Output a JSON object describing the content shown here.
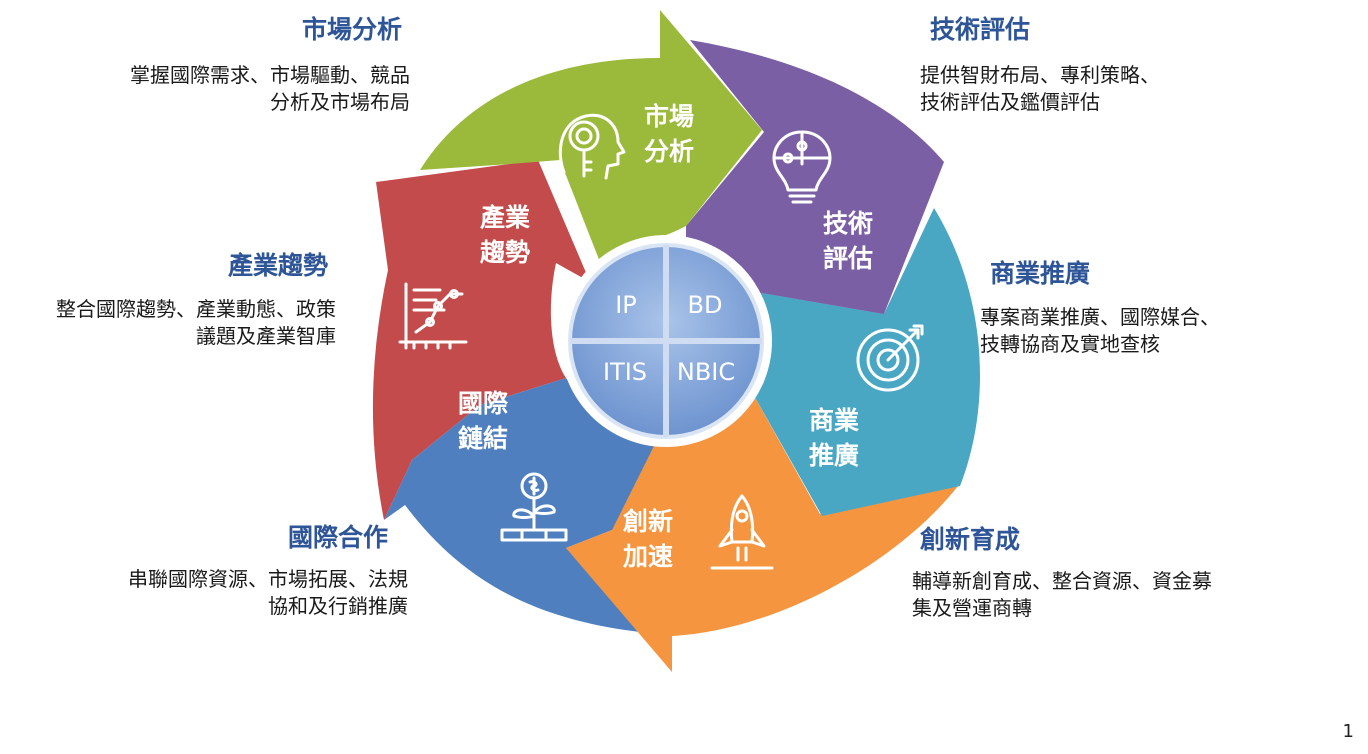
{
  "segments": [
    {
      "id": "market",
      "label": [
        "市場",
        "分析"
      ],
      "color": "#9bba3c",
      "icon": "head-key-icon"
    },
    {
      "id": "tech",
      "label": [
        "技術",
        "評估"
      ],
      "color": "#7b5fa4",
      "icon": "lightbulb-puzzle-icon"
    },
    {
      "id": "promotion",
      "label": [
        "商業",
        "推廣"
      ],
      "color": "#4aa7c4",
      "icon": "target-arrow-icon"
    },
    {
      "id": "incubation",
      "label": [
        "創新",
        "加速"
      ],
      "color": "#f5953f",
      "icon": "rocket-icon"
    },
    {
      "id": "link",
      "label": [
        "國際",
        "鏈結"
      ],
      "color": "#4f7fbf",
      "icon": "money-plant-icon"
    },
    {
      "id": "trend",
      "label": [
        "產業",
        "趨勢"
      ],
      "color": "#c44b4b",
      "icon": "trend-chart-icon"
    }
  ],
  "center": {
    "quadrants": [
      "IP",
      "BD",
      "ITIS",
      "NBIC"
    ]
  },
  "annotations": {
    "market": {
      "title": "市場分析",
      "lines": [
        "掌握國際需求、市場驅動、競品",
        "分析及市場布局"
      ]
    },
    "tech": {
      "title": "技術評估",
      "lines": [
        "提供智財布局、專利策略、",
        "技術評估及鑑價評估"
      ]
    },
    "promotion": {
      "title": "商業推廣",
      "lines": [
        "專案商業推廣、國際媒合、",
        "技轉協商及實地查核"
      ]
    },
    "incubation": {
      "title": "創新育成",
      "lines": [
        "輔導新創育成、整合資源、資金募",
        "集及營運商轉"
      ]
    },
    "cooperation": {
      "title": "國際合作",
      "lines": [
        "串聯國際資源、市場拓展、法規",
        "協和及行銷推廣"
      ]
    },
    "trend": {
      "title": "產業趨勢",
      "lines": [
        "整合國際趨勢、產業動態、政策",
        "議題及產業智庫"
      ]
    }
  },
  "page_number": "1"
}
